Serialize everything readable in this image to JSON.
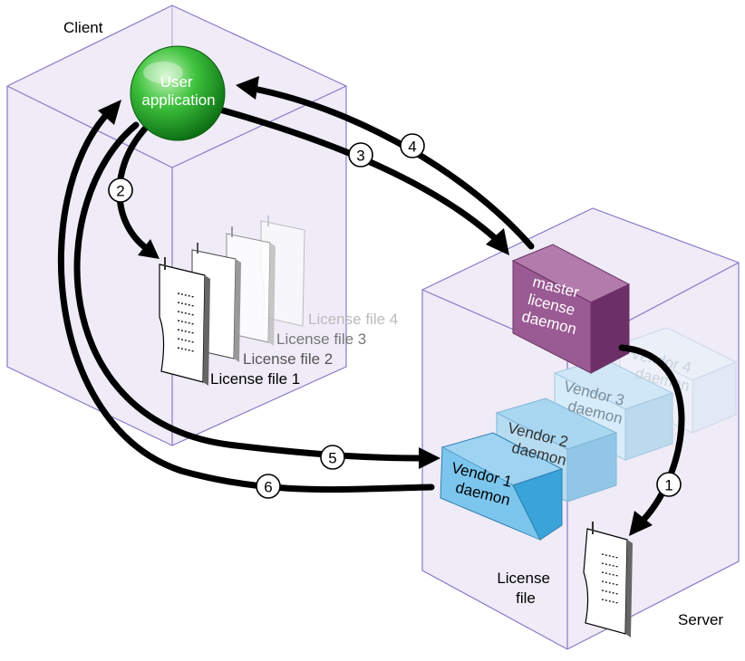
{
  "regions": {
    "client": "Client",
    "server": "Server"
  },
  "user_app": {
    "line1": "User",
    "line2": "application"
  },
  "client_license_files": [
    {
      "label": "License file 1",
      "color": "#000000"
    },
    {
      "label": "License file 2",
      "color": "#555555"
    },
    {
      "label": "License file 3",
      "color": "#777777"
    },
    {
      "label": "License file 4",
      "color": "#bbbbbb"
    }
  ],
  "master_daemon": {
    "line1": "master",
    "line2": "license",
    "line3": "daemon",
    "color": "#9a5a93"
  },
  "vendor_daemons": [
    {
      "line1": "Vendor 1",
      "line2": "daemon",
      "color": "#7cc6ee"
    },
    {
      "line1": "Vendor 2",
      "line2": "daemon",
      "color": "#a9d6f0"
    },
    {
      "line1": "Vendor 3",
      "line2": "daemon",
      "color": "#cfe7f6"
    },
    {
      "line1": "Vendor 4",
      "line2": "daemon",
      "color": "#e8f2fa"
    }
  ],
  "server_license_file": {
    "line1": "License",
    "line2": "file"
  },
  "steps": [
    "1",
    "2",
    "3",
    "4",
    "5",
    "6"
  ]
}
